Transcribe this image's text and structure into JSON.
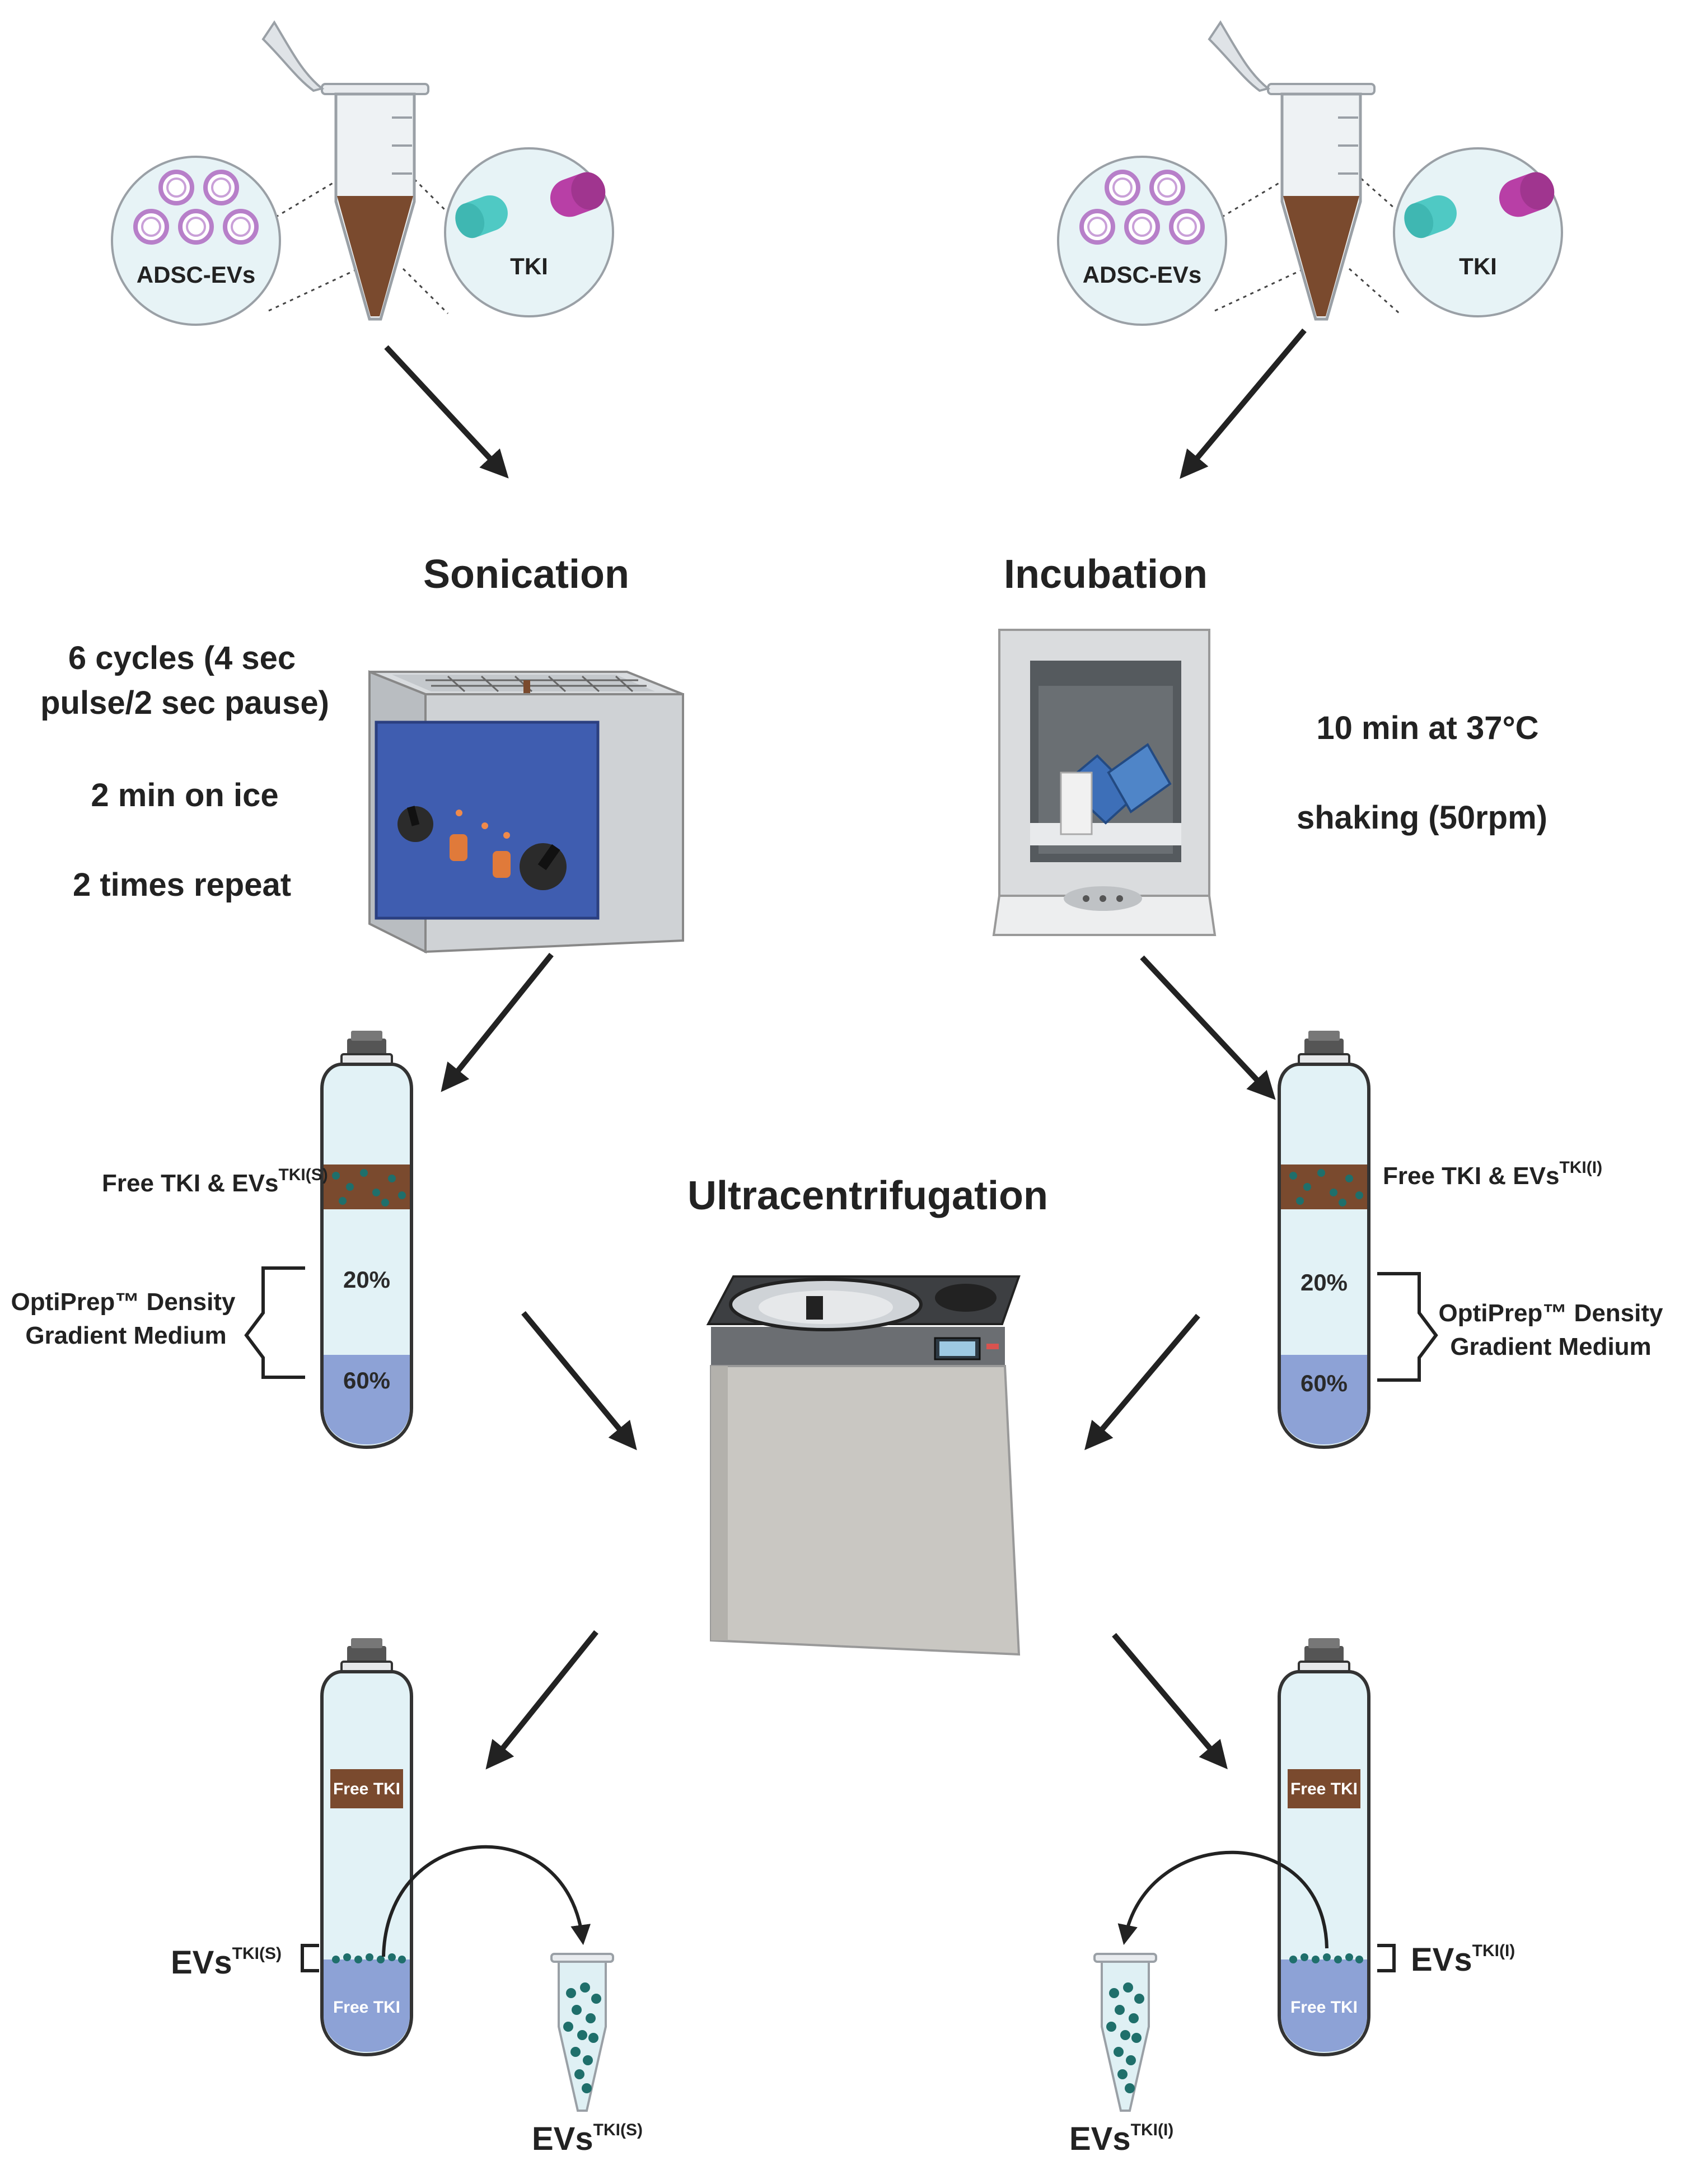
{
  "left_source": {
    "circle_left_label": "ADSC-EVs",
    "circle_right_label": "TKI"
  },
  "right_source": {
    "circle_left_label": "ADSC-EVs",
    "circle_right_label": "TKI"
  },
  "sonication": {
    "title": "Sonication",
    "lines": [
      "6 cycles (4 sec",
      "pulse/2 sec pause)",
      "2 min on ice",
      "2 times repeat"
    ]
  },
  "incubation": {
    "title": "Incubation",
    "lines": [
      "10 min at 37°C",
      "shaking (50rpm)"
    ]
  },
  "ultracentrifugation": {
    "title": "Ultracentrifugation"
  },
  "left_gradient_tube": {
    "top_label_main": "Free TKI & EVs",
    "top_label_sup": "TKI(S)",
    "layer_20": "20%",
    "layer_60": "60%",
    "bracket_line1": "OptiPrep™ Density",
    "bracket_line2": "Gradient Medium"
  },
  "right_gradient_tube": {
    "top_label_main": "Free TKI & EVs",
    "top_label_sup": "TKI(I)",
    "layer_20": "20%",
    "layer_60": "60%",
    "bracket_line1": "OptiPrep™ Density",
    "bracket_line2": "Gradient Medium"
  },
  "left_result": {
    "free_top": "Free TKI",
    "free_bottom": "Free TKI",
    "evs_main": "EVs",
    "evs_sup": "TKI(S)",
    "collected_main": "EVs",
    "collected_sup": "TKI(S)"
  },
  "right_result": {
    "free_top": "Free TKI",
    "free_bottom": "Free TKI",
    "evs_main": "EVs",
    "evs_sup": "TKI(I)",
    "collected_main": "EVs",
    "collected_sup": "TKI(I)"
  },
  "colors": {
    "brown": "#7a4a2e",
    "light_blue": "#dbeff4",
    "deep_blue": "#8da2d6",
    "teal": "#1f6f6b",
    "purple_ring": "#b77fc9",
    "sonicator_blue": "#3f5db0",
    "capsule_teal": "#4fc9c4",
    "capsule_magenta": "#b83fa6"
  }
}
